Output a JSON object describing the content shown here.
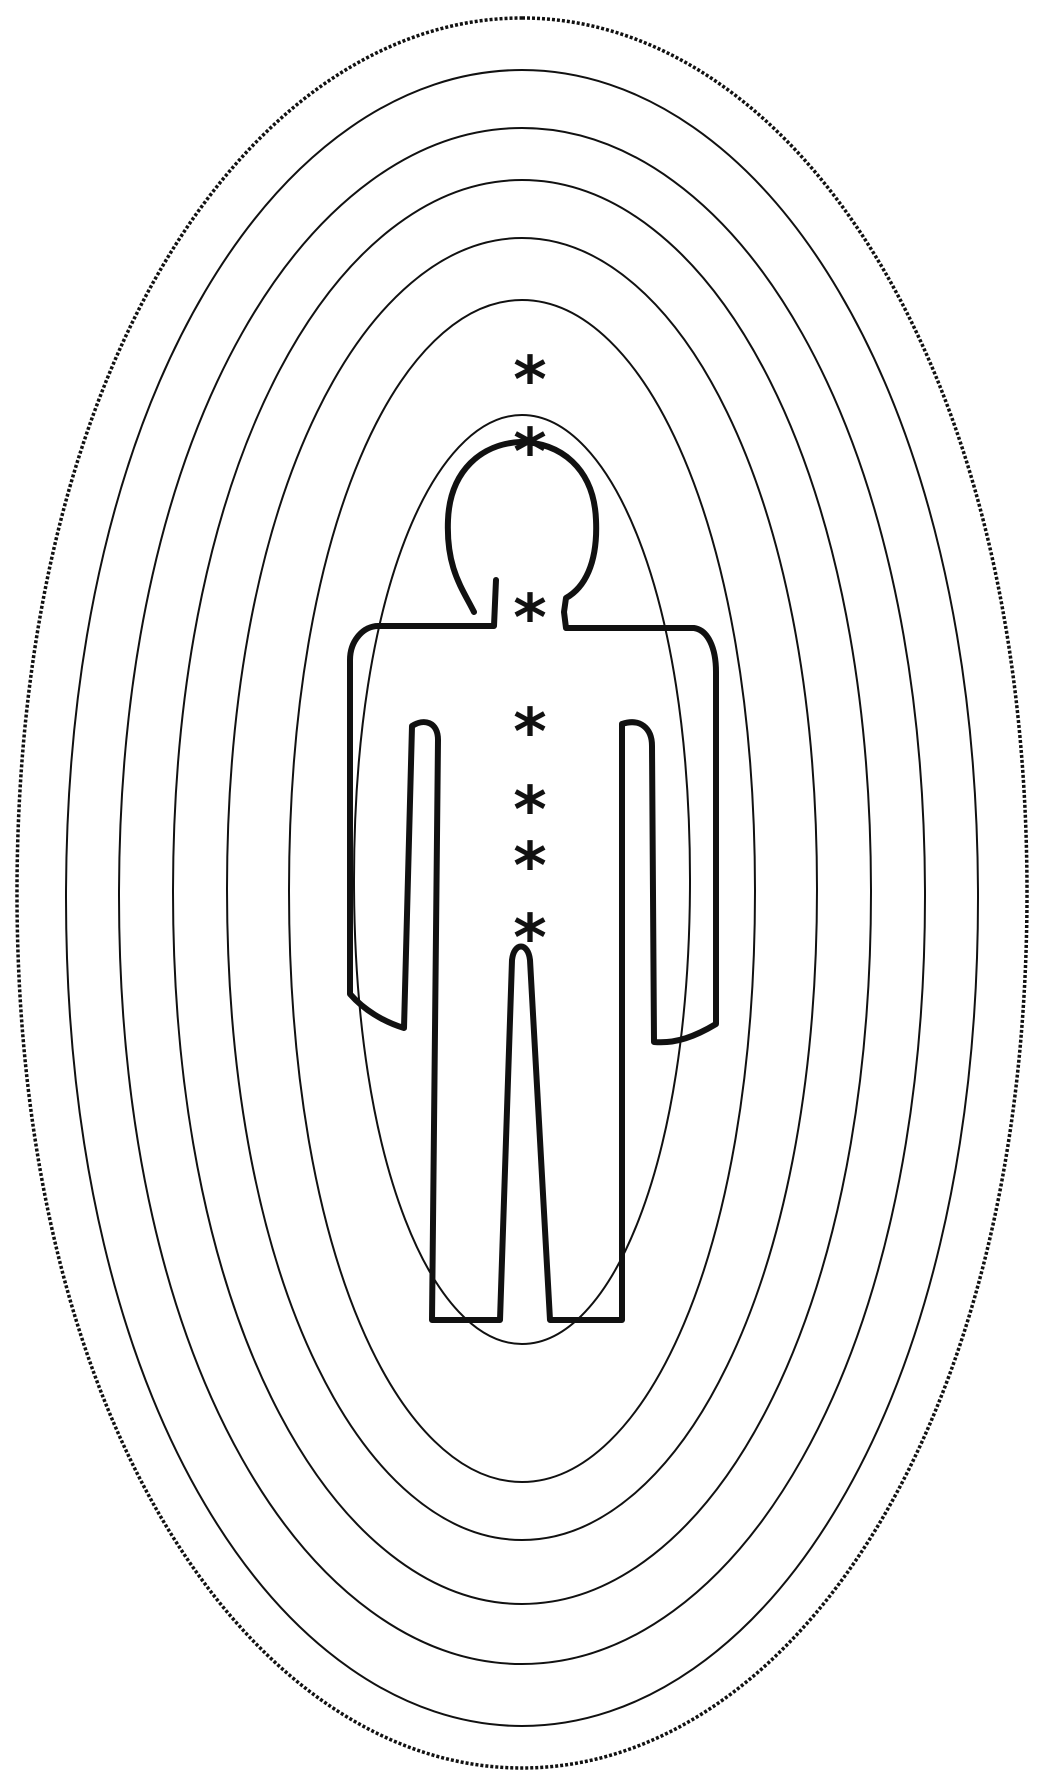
{
  "diagram": {
    "title": "",
    "layers": [
      {
        "name": "outer-wavy-layer",
        "style": "wavy"
      },
      {
        "name": "layer-6",
        "style": "solid"
      },
      {
        "name": "layer-5",
        "style": "solid"
      },
      {
        "name": "layer-4",
        "style": "solid"
      },
      {
        "name": "layer-3",
        "style": "solid"
      },
      {
        "name": "layer-2",
        "style": "solid"
      },
      {
        "name": "inner-layer",
        "style": "solid"
      }
    ],
    "figure": {
      "name": "human-figure"
    },
    "markers": {
      "glyph": "*",
      "points": [
        {
          "name": "crown"
        },
        {
          "name": "brow"
        },
        {
          "name": "throat"
        },
        {
          "name": "heart"
        },
        {
          "name": "solar-plexus"
        },
        {
          "name": "sacral"
        },
        {
          "name": "root"
        }
      ]
    }
  },
  "colors": {
    "background": "#ffffff",
    "stroke": "#111111"
  }
}
